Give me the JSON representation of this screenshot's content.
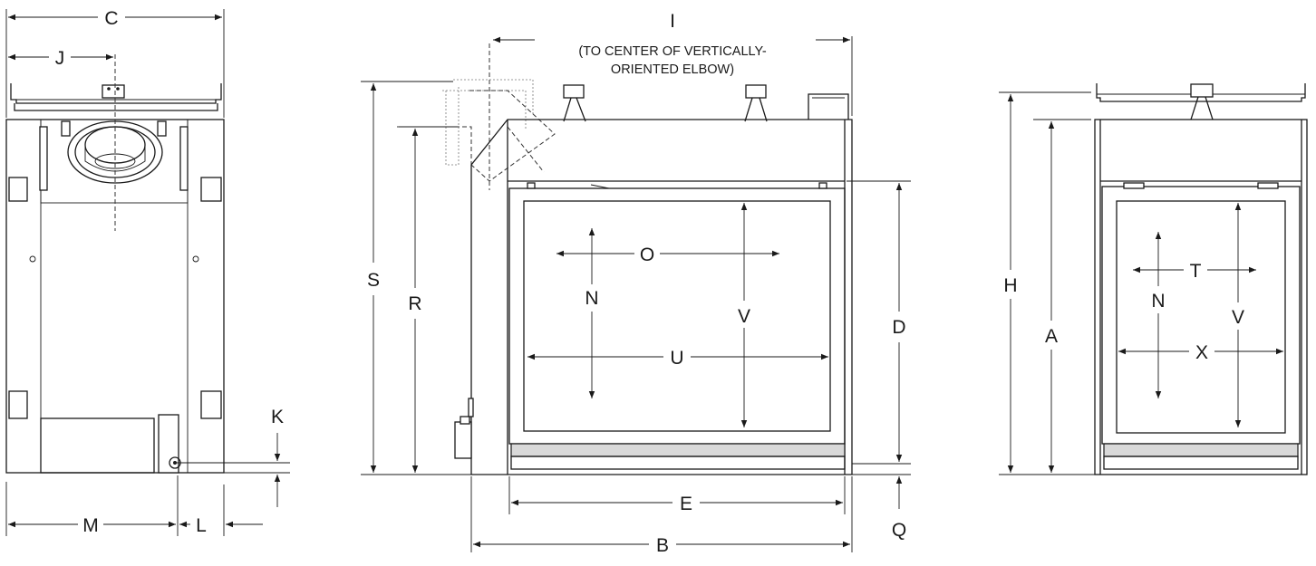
{
  "labels": {
    "C": "C",
    "J": "J",
    "K": "K",
    "M": "M",
    "L": "L",
    "I": "I",
    "I_note_line1": "(TO CENTER OF VERTICALLY-",
    "I_note_line2": "ORIENTED ELBOW)",
    "S": "S",
    "R": "R",
    "O": "O",
    "N": "N",
    "V": "V",
    "U": "U",
    "D": "D",
    "E": "E",
    "B": "B",
    "Q": "Q",
    "H": "H",
    "A": "A",
    "T": "T",
    "X": "X"
  },
  "views": [
    "side-view",
    "front-view",
    "rear-view"
  ],
  "colors": {
    "line": "#1a1a1a",
    "background": "#ffffff",
    "panel": "#d9d9d9"
  }
}
